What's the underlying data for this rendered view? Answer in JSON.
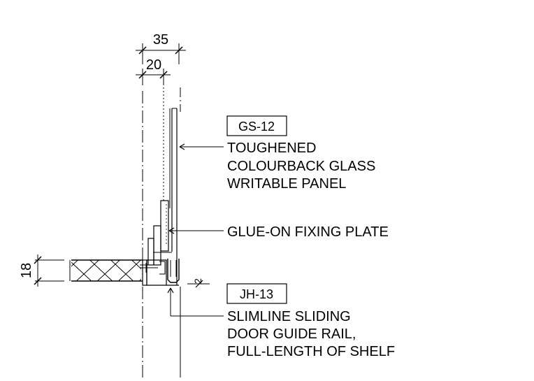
{
  "dimensions": {
    "overall_width": "35",
    "inner_width": "20",
    "shelf_thickness": "18",
    "gap_marker": "2"
  },
  "callouts": [
    {
      "tag": "GS-12",
      "lines": [
        "TOUGHENED",
        "COLOURBACK GLASS",
        "WRITABLE PANEL"
      ]
    },
    {
      "tag": "",
      "lines": [
        "GLUE-ON FIXING PLATE"
      ]
    },
    {
      "tag": "JH-13",
      "lines": [
        "SLIMLINE SLIDING",
        "DOOR GUIDE RAIL,",
        "FULL-LENGTH OF SHELF"
      ]
    }
  ]
}
